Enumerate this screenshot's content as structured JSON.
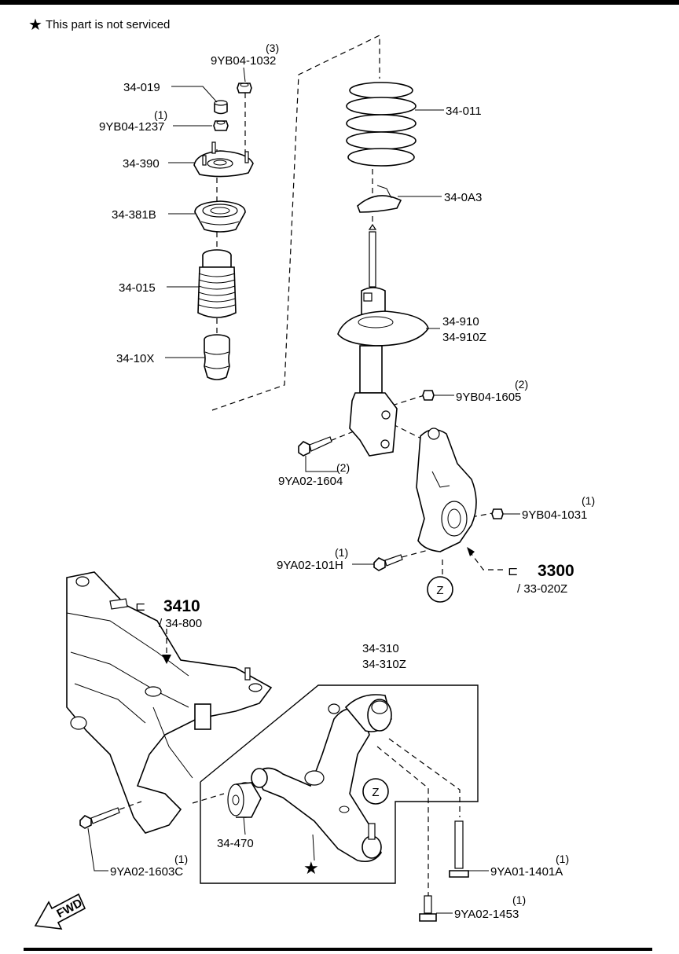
{
  "legend": {
    "note": "This part is not serviced"
  },
  "fwd_label": "FWD",
  "zone_marker": "Z",
  "callouts": {
    "c_34_019": {
      "code": "34-019"
    },
    "c_9YB04_1032": {
      "code": "9YB04-1032",
      "qty": "(3)"
    },
    "c_9YB04_1237": {
      "code": "9YB04-1237",
      "qty": "(1)"
    },
    "c_34_390": {
      "code": "34-390"
    },
    "c_34_381B": {
      "code": "34-381B"
    },
    "c_34_015": {
      "code": "34-015"
    },
    "c_34_10X": {
      "code": "34-10X"
    },
    "c_34_011": {
      "code": "34-011"
    },
    "c_34_0A3": {
      "code": "34-0A3"
    },
    "c_34_910": {
      "code": "34-910",
      "code2": "34-910Z"
    },
    "c_9YB04_1605": {
      "code": "9YB04-1605",
      "qty": "(2)"
    },
    "c_9YA02_1604": {
      "code": "9YA02-1604",
      "qty": "(2)"
    },
    "c_9YB04_1031": {
      "code": "9YB04-1031",
      "qty": "(1)"
    },
    "c_9YA02_101H": {
      "code": "9YA02-101H",
      "qty": "(1)"
    },
    "c_3300": {
      "code": "3300",
      "alt": "/ 33-020Z"
    },
    "c_3410": {
      "code": "3410",
      "alt": "/ 34-800"
    },
    "c_34_310": {
      "code": "34-310",
      "code2": "34-310Z"
    },
    "c_34_470": {
      "code": "34-470"
    },
    "c_9YA02_1603C": {
      "code": "9YA02-1603C",
      "qty": "(1)"
    },
    "c_9YA01_1401A": {
      "code": "9YA01-1401A",
      "qty": "(1)"
    },
    "c_9YA02_1453": {
      "code": "9YA02-1453",
      "qty": "(1)"
    }
  }
}
